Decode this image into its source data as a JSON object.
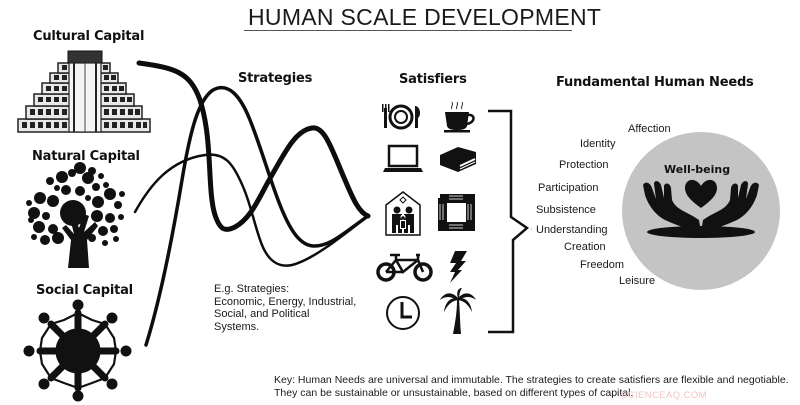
{
  "header": {
    "title": "HUMAN SCALE DEVELOPMENT"
  },
  "capitals": [
    {
      "label": "Cultural Capital",
      "icon": "pyramid-icon"
    },
    {
      "label": "Natural Capital",
      "icon": "tree-icon"
    },
    {
      "label": "Social Capital",
      "icon": "people-circle-icon"
    }
  ],
  "columns": {
    "strategies": "Strategies",
    "satisfiers": "Satisfiers",
    "needs": "Fundamental Human Needs"
  },
  "strategies_example": {
    "lines": [
      "E.g. Strategies:",
      "Economic, Energy, Industrial,",
      "Social, and Political",
      "Systems."
    ]
  },
  "satisfiers": [
    {
      "icon": "plate-cutlery-icon",
      "meaning": "food"
    },
    {
      "icon": "coffee-cup-icon",
      "meaning": "drink"
    },
    {
      "icon": "laptop-icon",
      "meaning": "technology"
    },
    {
      "icon": "book-icon",
      "meaning": "education"
    },
    {
      "icon": "family-house-icon",
      "meaning": "shelter"
    },
    {
      "icon": "joined-hands-icon",
      "meaning": "community"
    },
    {
      "icon": "bicycle-icon",
      "meaning": "mobility"
    },
    {
      "icon": "lightning-icon",
      "meaning": "energy"
    },
    {
      "icon": "clock-icon",
      "meaning": "time"
    },
    {
      "icon": "palm-tree-icon",
      "meaning": "leisure"
    }
  ],
  "needs": [
    "Affection",
    "Identity",
    "Protection",
    "Participation",
    "Subsistence",
    "Understanding",
    "Creation",
    "Freedom",
    "Leisure"
  ],
  "wellbeing": {
    "label": "Well-being",
    "icon": "hands-heart-icon",
    "circle_color": "#c4c4c4"
  },
  "key": {
    "lines": [
      "Key: Human Needs are universal and immutable. The strategies to create satisfiers are flexible and negotiable.",
      "They can be sustainable or unsustainable, based on different types of capital."
    ]
  },
  "watermark": "SCIENCEAQ.COM"
}
